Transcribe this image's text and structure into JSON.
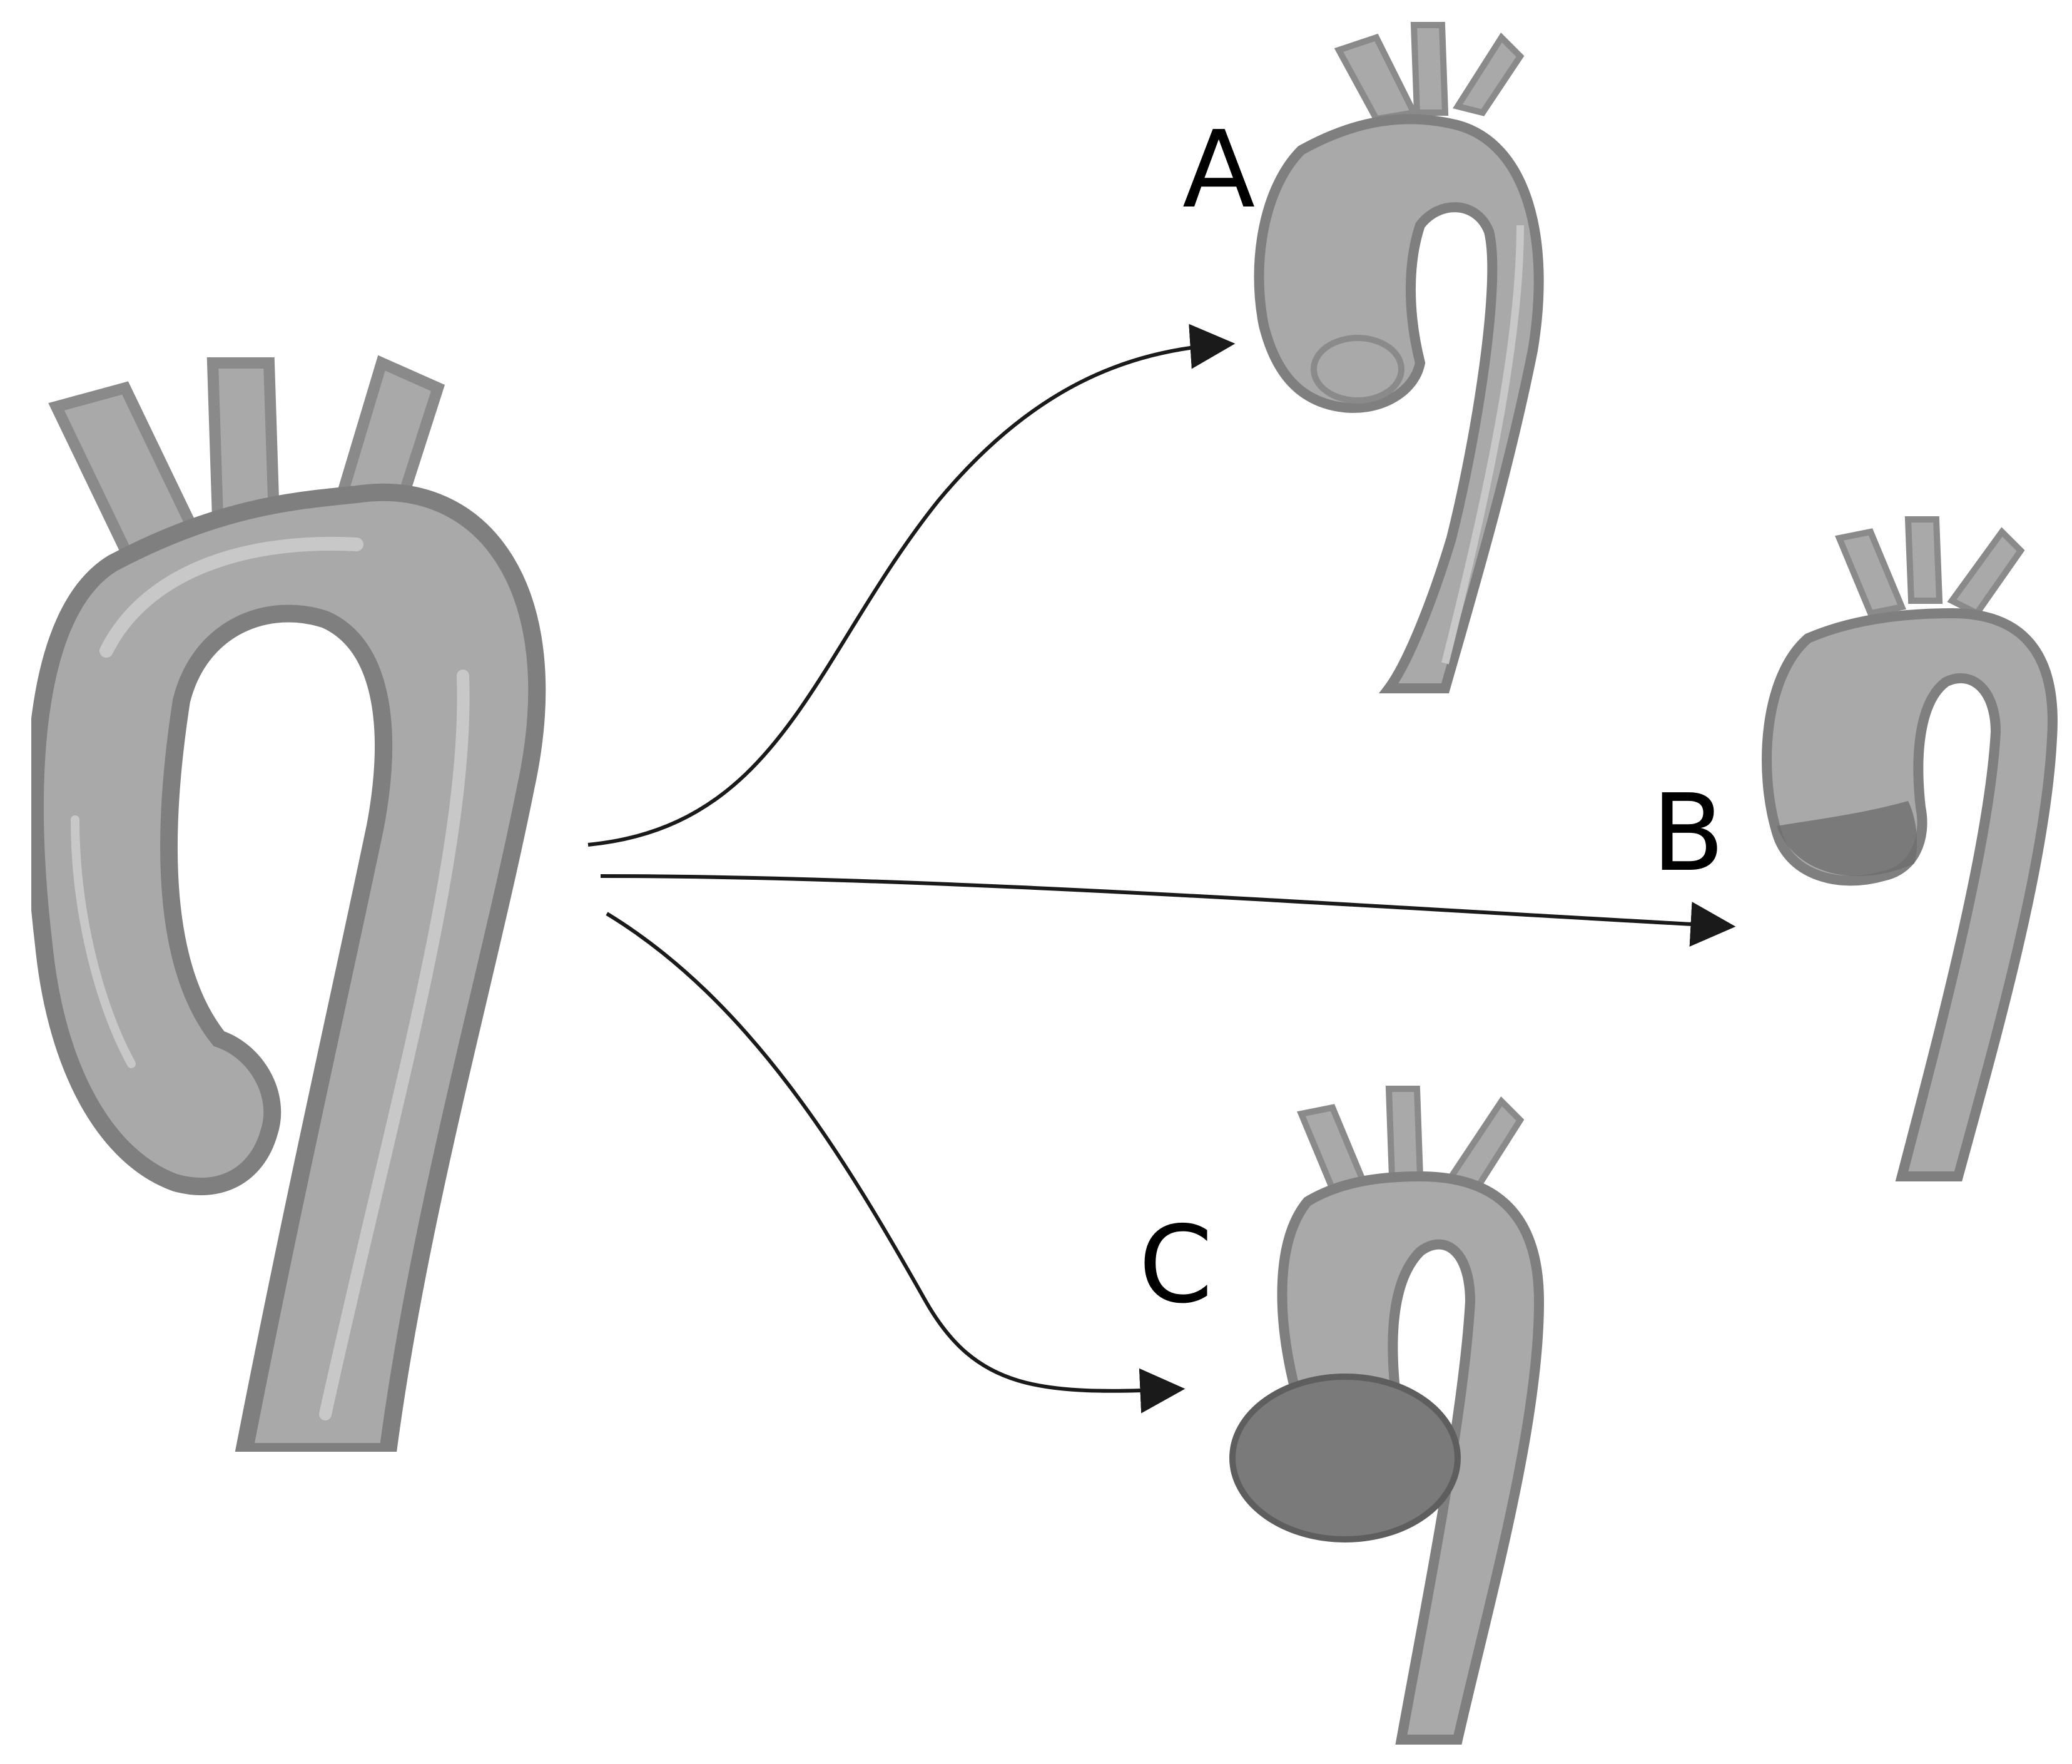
{
  "labels": {
    "a": "A",
    "b": "B",
    "c": "C"
  },
  "colors": {
    "background": "#ffffff",
    "vessel_light": "#a9a9a9",
    "vessel_dark": "#7f7f7f",
    "vessel_highlight": "#c8c8c8",
    "aneurysm_dark": "#6e6e6e",
    "arrow": "#1a1a1a"
  },
  "icons": {
    "main": "aortic-arch-icon",
    "variant_a": "aortic-arch-root-dilation-icon",
    "variant_b": "aortic-arch-ascending-dilation-icon",
    "variant_c": "aortic-arch-sinus-aneurysm-icon"
  }
}
